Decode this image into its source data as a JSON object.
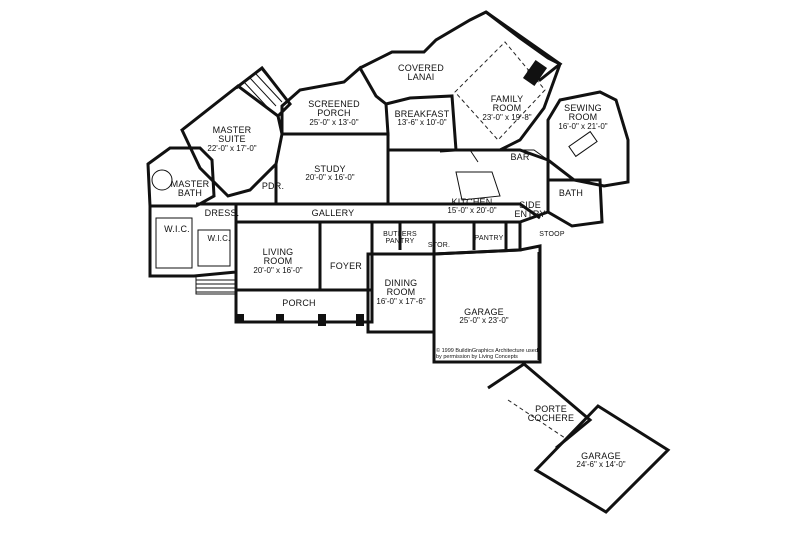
{
  "rooms": [
    {
      "id": "covered-lanai",
      "name": "COVERED\nLANAI",
      "dims": ""
    },
    {
      "id": "family-room",
      "name": "FAMILY\nROOM",
      "dims": "23'-0\" x 19'-8\""
    },
    {
      "id": "sewing-room",
      "name": "SEWING\nROOM",
      "dims": "16'-0\" x 21'-0\""
    },
    {
      "id": "screened-porch",
      "name": "SCREENED\nPORCH",
      "dims": "25'-0\" x 13'-0\""
    },
    {
      "id": "breakfast",
      "name": "BREAKFAST",
      "dims": "13'-6\" x 10'-0\""
    },
    {
      "id": "master-suite",
      "name": "MASTER\nSUITE",
      "dims": "22'-0\" x 17'-0\""
    },
    {
      "id": "study",
      "name": "STUDY",
      "dims": "20'-0\" x 16'-0\""
    },
    {
      "id": "bar",
      "name": "BAR",
      "dims": ""
    },
    {
      "id": "master-bath",
      "name": "MASTER\nBATH",
      "dims": ""
    },
    {
      "id": "pdr",
      "name": "PDR.",
      "dims": ""
    },
    {
      "id": "kitchen",
      "name": "KITCHEN",
      "dims": "15'-0\" x 20'-0\""
    },
    {
      "id": "bath",
      "name": "BATH",
      "dims": ""
    },
    {
      "id": "dress",
      "name": "DRESS.",
      "dims": ""
    },
    {
      "id": "gallery",
      "name": "GALLERY",
      "dims": ""
    },
    {
      "id": "side-entry",
      "name": "SIDE\nENTRY",
      "dims": ""
    },
    {
      "id": "wic-1",
      "name": "W.I.C.",
      "dims": ""
    },
    {
      "id": "wic-2",
      "name": "W.I.C.",
      "dims": ""
    },
    {
      "id": "butlers-pantry",
      "name": "BUTLERS\nPANTRY",
      "dims": ""
    },
    {
      "id": "stor",
      "name": "STOR.",
      "dims": ""
    },
    {
      "id": "pantry",
      "name": "PANTRY",
      "dims": ""
    },
    {
      "id": "stoop",
      "name": "STOOP",
      "dims": ""
    },
    {
      "id": "living-room",
      "name": "LIVING\nROOM",
      "dims": "20'-0\" x 16'-0\""
    },
    {
      "id": "foyer",
      "name": "FOYER",
      "dims": ""
    },
    {
      "id": "dining-room",
      "name": "DINING\nROOM",
      "dims": "16'-0\" x 17'-6\""
    },
    {
      "id": "porch",
      "name": "PORCH",
      "dims": ""
    },
    {
      "id": "garage-main",
      "name": "GARAGE",
      "dims": "25'-0\" x 23'-0\""
    },
    {
      "id": "porte-cochere",
      "name": "PORTE\nCOCHERE",
      "dims": ""
    },
    {
      "id": "garage-detached",
      "name": "GARAGE",
      "dims": "24'-6\" x 14'-0\""
    }
  ],
  "notes": {
    "credit_line1": "© 1999 BuildinGraphics Architecture used",
    "credit_line2": "by permission by Living Concepts"
  }
}
